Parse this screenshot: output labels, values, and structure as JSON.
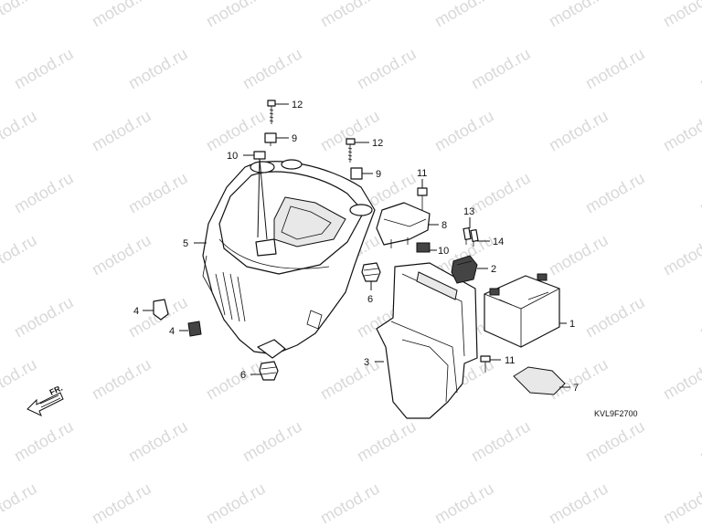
{
  "diagram": {
    "watermark_text": "motod.ru",
    "drawing_code": "KVL9F2700",
    "direction_arrow_text": "FR.",
    "callouts": [
      {
        "id": "c12a",
        "text": "12"
      },
      {
        "id": "c9a",
        "text": "9"
      },
      {
        "id": "c10a",
        "text": "10"
      },
      {
        "id": "c12b",
        "text": "12"
      },
      {
        "id": "c9b",
        "text": "9"
      },
      {
        "id": "c11a",
        "text": "11"
      },
      {
        "id": "c8",
        "text": "8"
      },
      {
        "id": "c13",
        "text": "13"
      },
      {
        "id": "c14",
        "text": "14"
      },
      {
        "id": "c10b",
        "text": "10"
      },
      {
        "id": "c2",
        "text": "2"
      },
      {
        "id": "c5",
        "text": "5"
      },
      {
        "id": "c6a",
        "text": "6"
      },
      {
        "id": "c4a",
        "text": "4"
      },
      {
        "id": "c4b",
        "text": "4"
      },
      {
        "id": "c1",
        "text": "1"
      },
      {
        "id": "c3",
        "text": "3"
      },
      {
        "id": "c11b",
        "text": "11"
      },
      {
        "id": "c6b",
        "text": "6"
      },
      {
        "id": "c7",
        "text": "7"
      }
    ]
  }
}
